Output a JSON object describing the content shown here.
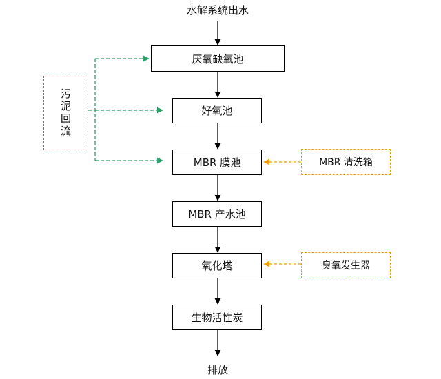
{
  "diagram": {
    "input_label": "水解系统出水",
    "output_label": "排放",
    "steps": [
      "厌氧缺氧池",
      "好氧池",
      "MBR 膜池",
      "MBR 产水池",
      "氧化塔",
      "生物活性炭"
    ],
    "sludge_return_label": "污泥回流",
    "mbr_cleaning_tank_label": "MBR 清洗箱",
    "ozone_generator_label": "臭氧发生器",
    "colors": {
      "line": "#000000",
      "recycle": "#2e9e6b",
      "auxiliary": "#f0a000"
    }
  }
}
